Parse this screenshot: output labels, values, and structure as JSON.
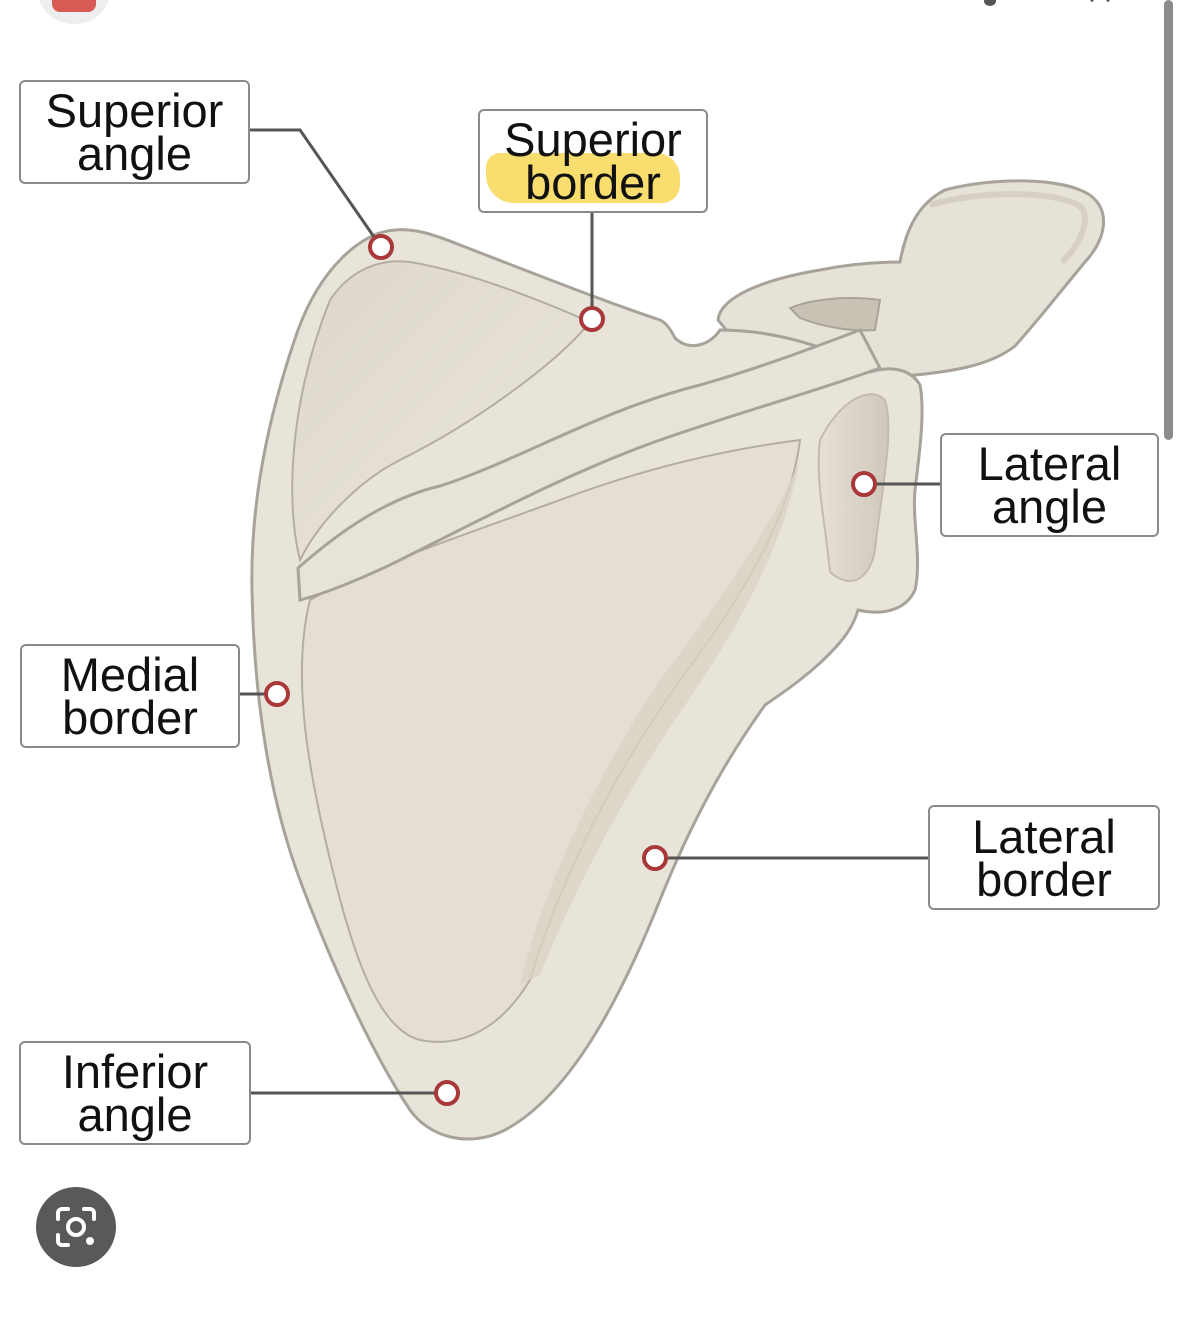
{
  "labels": {
    "superior_angle": [
      "Superior",
      "angle"
    ],
    "superior_border": [
      "Superior",
      "border"
    ],
    "lateral_angle": [
      "Lateral",
      "angle"
    ],
    "medial_border": [
      "Medial",
      "border"
    ],
    "lateral_border": [
      "Lateral",
      "border"
    ],
    "inferior_angle": [
      "Inferior",
      "angle"
    ]
  },
  "colors": {
    "bone_fill": "#e9e4d9",
    "bone_outline": "#a8a39a",
    "marker": "#a8383a",
    "leader_line": "#555555",
    "highlight": "#f7d23e",
    "lens_button": "#595959"
  },
  "icons": {
    "lens": "google-lens-icon"
  }
}
